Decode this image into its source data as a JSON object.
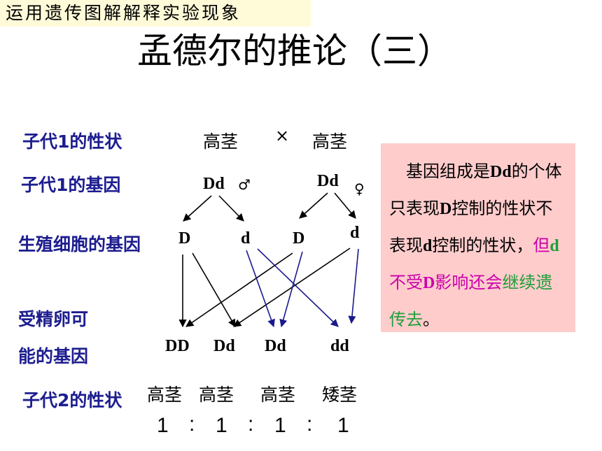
{
  "topic": "运用遗传图解解释实验现象",
  "title": "孟德尔的推论（三）",
  "labels": {
    "f1_trait": "子代1的性状",
    "f1_gene": "子代1的基因",
    "gamete_gene": "生殖细胞的基因",
    "fert_line1": "受精卵可",
    "fert_line2": "能的基因",
    "f2_trait": "子代2的性状"
  },
  "parents": {
    "trait_left": "高茎",
    "cross": "×",
    "trait_right": "高茎",
    "gene_left": "Dd",
    "male_symbol": "♂",
    "gene_right": "Dd",
    "female_symbol": "♀"
  },
  "gametes": [
    "D",
    "d",
    "D",
    "d"
  ],
  "zygotes": [
    "DD",
    "Dd",
    "Dd",
    "dd"
  ],
  "f2_traits": [
    "高茎",
    "高茎",
    "高茎",
    "矮茎"
  ],
  "ratio": [
    "1",
    ":",
    "1",
    ":",
    "1",
    ":",
    "1"
  ],
  "note": {
    "p1": "基因组成是",
    "p2": "Dd",
    "p3": "的个体只表现",
    "p4": "D",
    "p5": "控制的性状不表现",
    "p6": "d",
    "p7": "控制的性状，",
    "p8": "但",
    "p9": "d",
    "p10": "不受",
    "p11": "D",
    "p12": "影响还会",
    "p13": "继续遗传去",
    "p14": "。"
  },
  "colors": {
    "label_text": "#1d1d8f",
    "arrow_black": "#000000",
    "arrow_blue": "#1a1a8c",
    "note_bg": "#ffcccc",
    "topic_bg": "#fffbd9",
    "magenta": "#cc00aa",
    "green": "#1f9e3a"
  }
}
